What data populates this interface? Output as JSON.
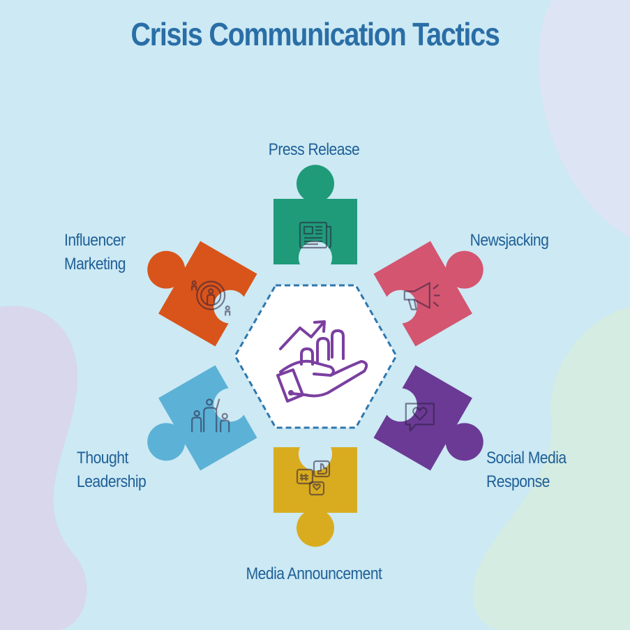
{
  "title": "Crisis Communication Tactics",
  "colors": {
    "background": "#cce9f4",
    "title": "#2a6ea6",
    "label": "#1f5f96",
    "hexagon_border": "#2f77ad",
    "center_icon": "#7a3fa0"
  },
  "tactics": [
    {
      "label_lines": [
        "Press Release"
      ],
      "color": "#1f9b79",
      "icon": "newspaper-icon"
    },
    {
      "label_lines": [
        "Newsjacking"
      ],
      "color": "#d45570",
      "icon": "megaphone-icon"
    },
    {
      "label_lines": [
        "Social Media",
        "Response"
      ],
      "color": "#6a3a95",
      "icon": "chat-heart-icon"
    },
    {
      "label_lines": [
        "Media Announcement"
      ],
      "color": "#d9ac1f",
      "icon": "social-chat-icon"
    },
    {
      "label_lines": [
        "Thought",
        "Leadership"
      ],
      "color": "#5cb1d6",
      "icon": "leader-figures-icon"
    },
    {
      "label_lines": [
        "Influencer",
        "Marketing"
      ],
      "color": "#d9541a",
      "icon": "influencer-target-icon"
    }
  ],
  "center": {
    "icon": "growth-hand-icon"
  }
}
